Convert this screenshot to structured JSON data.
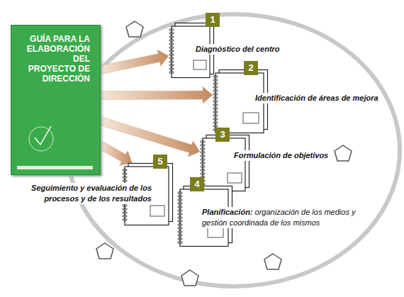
{
  "diagram": {
    "nodes": [
      {
        "text": [
          "GUÍA PARA LA ELABORACIÓN DEL PROYECTO DE DIRECCIÓN"
        ]
      },
      {
        "text": [
          "1",
          "Diagnóstico del centro"
        ]
      },
      {
        "text": [
          "2",
          "Identificación de áreas de mejora"
        ]
      },
      {
        "text": [
          "3",
          "Formulación de objetivos"
        ]
      },
      {
        "text": [
          "4",
          "Planificación:",
          "organización de los medios y gestión coordinada de los mismos"
        ]
      },
      {
        "text": [
          "5",
          "Seguimiento y evaluación de los procesos y de los resultados"
        ]
      }
    ],
    "edges": [
      {
        "from": 0,
        "to": 1,
        "arrow": "to"
      },
      {
        "from": 0,
        "to": 2,
        "arrow": "to"
      },
      {
        "from": 0,
        "to": 3,
        "arrow": "to"
      },
      {
        "from": 0,
        "to": 5,
        "arrow": "to"
      }
    ]
  }
}
